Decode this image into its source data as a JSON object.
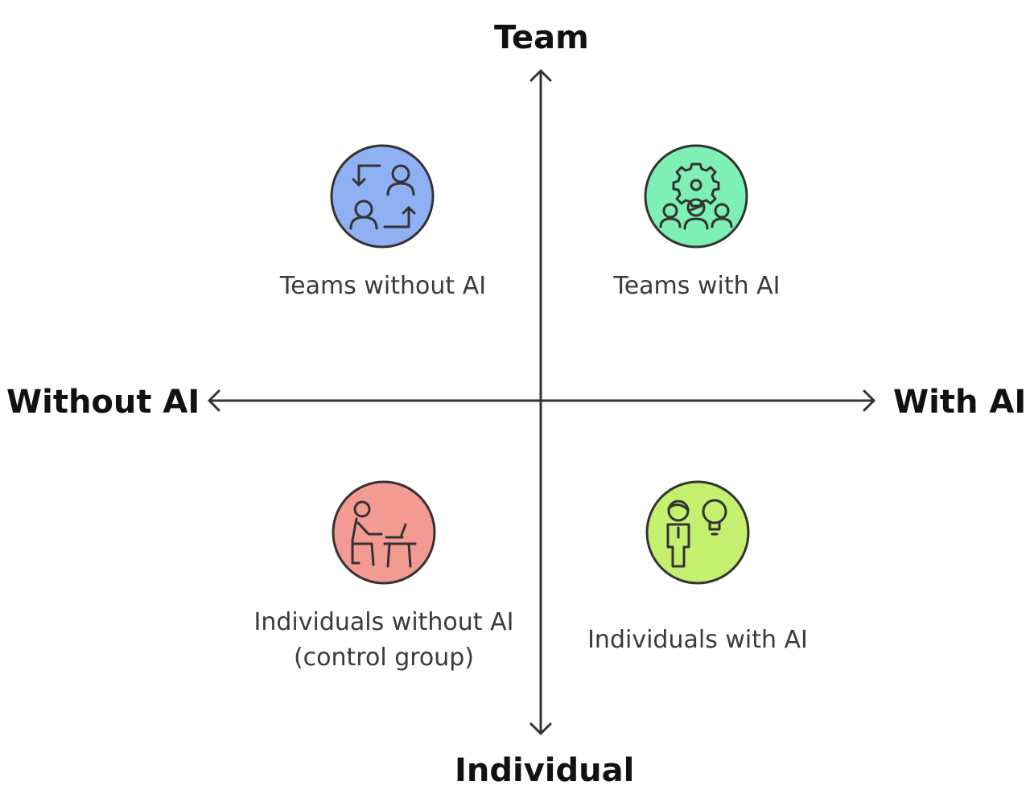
{
  "axes": {
    "top": "Team",
    "bottom": "Individual",
    "left": "Without AI",
    "right": "With AI"
  },
  "colors": {
    "line": "#333333",
    "teams_without_ai": "#8fb1f3",
    "teams_with_ai": "#7ef0b5",
    "individuals_without_ai": "#f39a92",
    "individuals_with_ai": "#c5ef6e"
  },
  "quadrants": [
    {
      "id": "teams-without-ai",
      "icon": "team-exchange-icon",
      "label": [
        "Teams without AI"
      ]
    },
    {
      "id": "teams-with-ai",
      "icon": "team-gear-icon",
      "label": [
        "Teams with AI"
      ]
    },
    {
      "id": "individuals-without-ai",
      "icon": "person-at-desk-icon",
      "label": [
        "Individuals without AI",
        "(control group)"
      ]
    },
    {
      "id": "individuals-with-ai",
      "icon": "person-lightbulb-icon",
      "label": [
        "Individuals with AI"
      ]
    }
  ]
}
